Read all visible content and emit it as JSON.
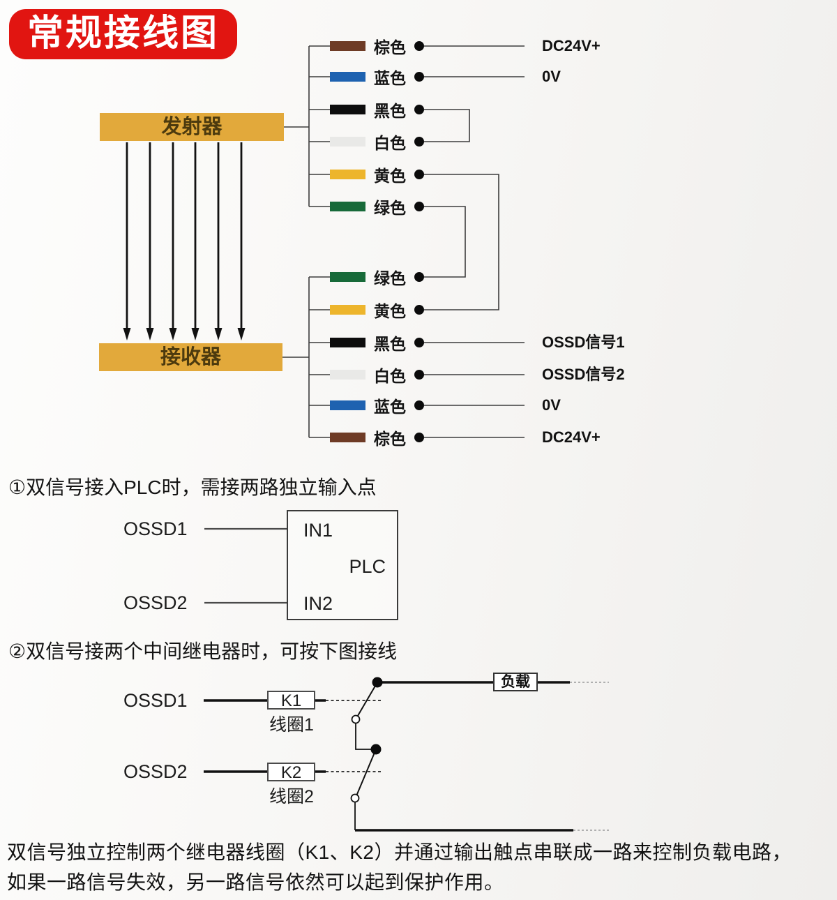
{
  "title": "常规接线图",
  "diagram": {
    "transmitter_label": "发射器",
    "receiver_label": "接收器",
    "tx_rows": [
      {
        "color": "brown",
        "color_hex": "#6e3b25",
        "color_label": "棕色",
        "net": "DC24V+"
      },
      {
        "color": "blue",
        "color_hex": "#1e62b0",
        "color_label": "蓝色",
        "net": "0V"
      },
      {
        "color": "black",
        "color_hex": "#0d0d0d",
        "color_label": "黑色",
        "net": ""
      },
      {
        "color": "white",
        "color_hex": "#e9e9e7",
        "color_label": "白色",
        "net": ""
      },
      {
        "color": "yellow",
        "color_hex": "#edb52c",
        "color_label": "黄色",
        "net": ""
      },
      {
        "color": "green",
        "color_hex": "#176a39",
        "color_label": "绿色",
        "net": ""
      }
    ],
    "rx_rows": [
      {
        "color": "green",
        "color_hex": "#176a39",
        "color_label": "绿色",
        "net": ""
      },
      {
        "color": "yellow",
        "color_hex": "#edb52c",
        "color_label": "黄色",
        "net": ""
      },
      {
        "color": "black",
        "color_hex": "#0d0d0d",
        "color_label": "黑色",
        "net": "OSSD信号1"
      },
      {
        "color": "white",
        "color_hex": "#e9e9e7",
        "color_label": "白色",
        "net": "OSSD信号2"
      },
      {
        "color": "blue",
        "color_hex": "#1e62b0",
        "color_label": "蓝色",
        "net": "0V"
      },
      {
        "color": "brown",
        "color_hex": "#6e3b25",
        "color_label": "棕色",
        "net": "DC24V+"
      }
    ],
    "accent_colors": {
      "badge_red": "#e11511",
      "device_box_yellow": "#e2a93b"
    }
  },
  "section1": {
    "heading": "①双信号接入PLC时，需接两路独立输入点",
    "ossd1": "OSSD1",
    "ossd2": "OSSD2",
    "plc": "PLC",
    "in1": "IN1",
    "in2": "IN2"
  },
  "section2": {
    "heading": "②双信号接两个中间继电器时，可按下图接线",
    "ossd1": "OSSD1",
    "ossd2": "OSSD2",
    "k1": "K1",
    "coil1": "线圈1",
    "k2": "K2",
    "coil2": "线圈2",
    "load": "负载"
  },
  "footer": {
    "line1": "双信号独立控制两个继电器线圈（K1、K2）并通过输出触点串联成一路来控制负载电路，",
    "line2": "如果一路信号失效，另一路信号依然可以起到保护作用。"
  }
}
